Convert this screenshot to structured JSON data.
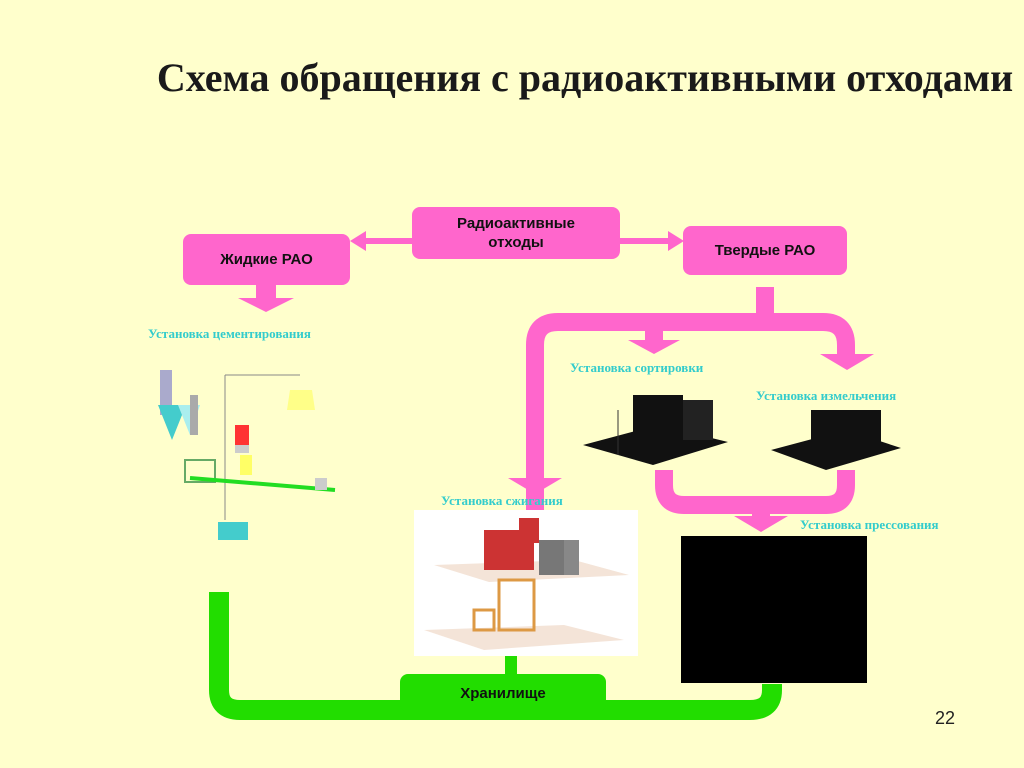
{
  "title": "Схема обращения с радиоактивными отходами",
  "boxes": {
    "radioactive_waste": "Радиоактивные отходы",
    "liquid": "Жидкие РАО",
    "solid": "Твердые РАО",
    "storage": "Хранилище"
  },
  "labels": {
    "cementing": "Установка цементирования",
    "sorting": "Установка сортировки",
    "shredding": "Установка измельчения",
    "incineration": "Установка сжигания",
    "pressing": "Установка прессования"
  },
  "page_number": "22",
  "colors": {
    "background": "#ffffcc",
    "flow_pink": "#ff66cc",
    "flow_green": "#22dd00",
    "label_cyan": "#33cccc"
  }
}
